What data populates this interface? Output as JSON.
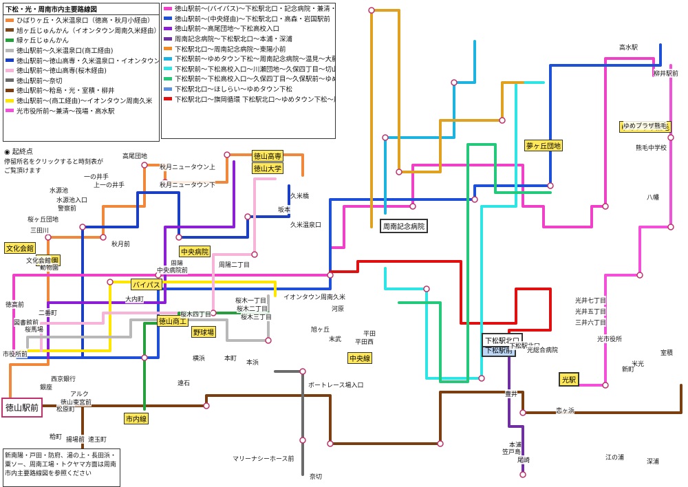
{
  "legend": {
    "title": "下松・光・周南市内主要路線図",
    "items": [
      {
        "color": "#f0873a",
        "label": "ひばりヶ丘・久米温泉口（徳高・秋月小経由）"
      },
      {
        "color": "#7b4a1e",
        "label": "旭ヶ丘じゅんかん（イオンタウン周南久米経由）"
      },
      {
        "color": "#25a03c",
        "label": "緑ヶ丘じゅんかん"
      },
      {
        "color": "#b8b8b8",
        "label": "徳山駅前～久米温泉口(商工経由)"
      },
      {
        "color": "#1a3fc4",
        "label": "徳山駅前～徳山高専・久米温泉口・イオンタウン周南久米(二番町・中央病院経由)"
      },
      {
        "color": "#f7b3d8",
        "label": "徳山駅前～徳山高専(桜木経由)"
      },
      {
        "color": "#6b6b6b",
        "label": "徳山駅前～奈切"
      },
      {
        "color": "#7a3e10",
        "label": "徳山駅前～粭島・光・室積・柳井"
      },
      {
        "color": "#ffe600",
        "label": "徳山駅前～(商工経由)～イオンタウン周南久米"
      },
      {
        "color": "#f34fd9",
        "label": "光市役所前～兼清～筏場・高水駅"
      },
      {
        "color": "#f040c8",
        "label": "徳山駅前～(バイパス)～下松駅北口・記念病院・兼清・ゆめプラザ熊毛"
      },
      {
        "color": "#1d4fd8",
        "label": "徳山駅前～(中央経由)～下松駅北口・高森・岩国駅前"
      },
      {
        "color": "#8a1fd6",
        "label": "徳山駅前～高尾団地～下松高校入口"
      },
      {
        "color": "#6e2fa0",
        "label": "周南記念病院～下松駅北口～本浦・深浦"
      },
      {
        "color": "#f28a24",
        "label": "下松駅北口～周南記念病院～東陽小前"
      },
      {
        "color": "#1db3e0",
        "label": "下松駅前～ゆめタウン下松～周南記念病院～温見～大藤谷"
      },
      {
        "color": "#2ee5e5",
        "label": "下松駅前～下松高校入口～川瀬団地～久保四丁目～切山上"
      },
      {
        "color": "#24c87a",
        "label": "下松駅前～下松高校入口～久保四丁目～久保駅前～ゆめプラザ熊毛"
      },
      {
        "color": "#5a90e0",
        "label": "下松駅北口～ほしらい～ゆめタウン下松"
      },
      {
        "color": "#e01010",
        "label": "下松駅北口～旗岡循環 下松駅北口～ゆめタウン下松～周南記念病院前"
      }
    ]
  },
  "notes": {
    "origin": "起終点",
    "hint": "停留所名をクリックすると時刻表がご覧頂けます",
    "bottom": "新南陽・戸田・防府、湯の上・長田浜・粟ソー、周南工場・トクヤマ方面は周南市内主要路線図を参照ください"
  },
  "hubs": {
    "tokuyama": "徳山駅前",
    "kudamatsu": "下松駅前",
    "kudamatsu_north": "下松駅北口",
    "hikari": "光駅",
    "kinen": "周南記念病院"
  },
  "area_labels": [
    "中央病院",
    "バイパス",
    "徳山商工",
    "野球場",
    "市内線",
    "徳山高専",
    "徳山大学",
    "動物園",
    "文化会館",
    "中央線",
    "夢ヶ丘団地",
    "ゆめプラザ熊毛"
  ],
  "stations": {
    "left": [
      "高尾団地",
      "秋月ニュータウン上",
      "秋月ニュータウン下",
      "上一の井手",
      "一の井手",
      "水源池",
      "水源池入口",
      "警察前",
      "桜ヶ丘団地",
      "三田川",
      "秋月前",
      "動物園",
      "文化会館",
      "徳高前",
      "図書館前",
      "二番町",
      "桜馬場",
      "市役所前",
      "西京銀行",
      "アルク",
      "徳山東宮前",
      "松原町",
      "銀座",
      "粭町",
      "揚場前",
      "速玉町"
    ],
    "center": [
      "周陽",
      "中央病院前",
      "周陽二丁目",
      "大内町",
      "桜木一丁目",
      "桜木二丁目",
      "桜木三丁目",
      "桜木四丁目",
      "久米橋",
      "久米温泉口",
      "イオンタウン周南久米",
      "旭ヶ丘",
      "坂本",
      "河原",
      "末武",
      "平田西",
      "平田",
      "遠石",
      "横浜",
      "本浜",
      "本町",
      "ボートレース場入口"
    ],
    "right": [
      "下松駅北口",
      "光井七丁目",
      "光井五丁目",
      "三井六丁目",
      "光総合病院",
      "光市役所",
      "柳井駅前",
      "高水駅",
      "ゆめプラザ熊毛",
      "熊毛中学校",
      "八幡",
      "米光",
      "新町",
      "室積"
    ],
    "bottom": [
      "本浦",
      "深浦",
      "豊井",
      "笠戸島",
      "尾崎",
      "恋ヶ浜",
      "江の浦",
      "奈切",
      "マリーナシーホース前"
    ]
  }
}
